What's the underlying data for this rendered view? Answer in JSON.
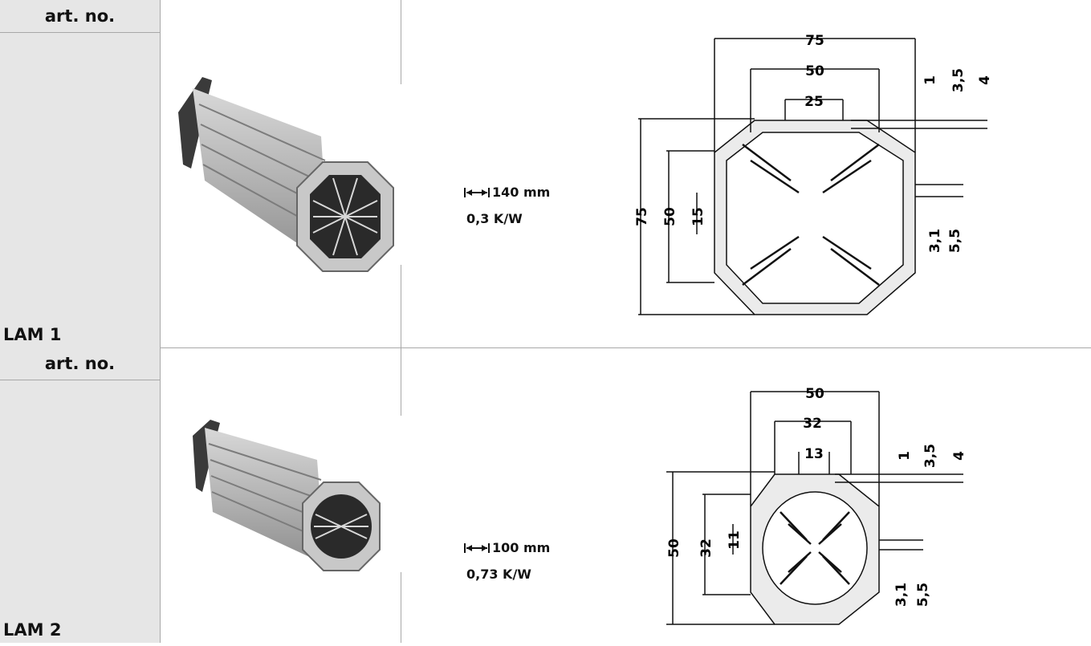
{
  "rows": [
    {
      "header": "art. no.",
      "article": "LAM 1",
      "length": "140 mm",
      "resistance": "0,3 K/W",
      "dims": {
        "outer_w": "75",
        "inner_w": "50",
        "slot_w": "25",
        "outer_h": "75",
        "inner_h": "50",
        "slot_h": "15",
        "d1": "1",
        "d2": "3,5",
        "d3": "4",
        "d4": "3,1",
        "d5": "5,5"
      }
    },
    {
      "header": "art. no.",
      "article": "LAM 2",
      "length": "100 mm",
      "resistance": "0,73 K/W",
      "dims": {
        "outer_w": "50",
        "inner_w": "32",
        "slot_w": "13",
        "outer_h": "50",
        "inner_h": "32",
        "slot_h": "11",
        "d1": "1",
        "d2": "3,5",
        "d3": "4",
        "d4": "3,1",
        "d5": "5,5"
      }
    }
  ],
  "icons": {
    "length_icon": "double-arrow-length-icon"
  }
}
